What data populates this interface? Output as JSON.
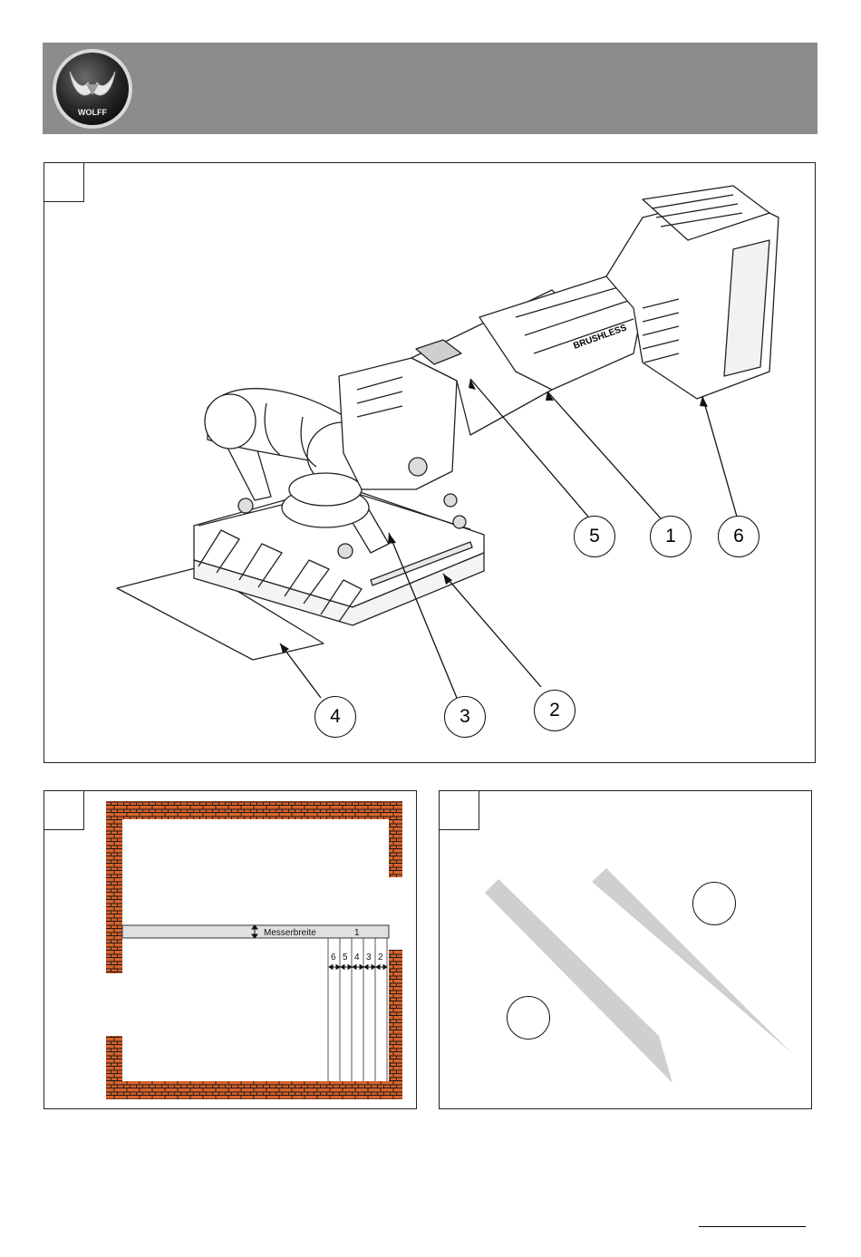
{
  "header": {
    "brand": "WOLFF",
    "background_color": "#8c8c8c"
  },
  "figure1": {
    "badge": "BRUSHLESS",
    "callouts": [
      {
        "label": "5"
      },
      {
        "label": "1"
      },
      {
        "label": "6"
      },
      {
        "label": "4"
      },
      {
        "label": "3"
      },
      {
        "label": "2"
      }
    ]
  },
  "figure2": {
    "strip_label": "Messerbreite",
    "strip_number": "1",
    "lane_numbers": [
      "6",
      "5",
      "4",
      "3",
      "2"
    ],
    "brick_color": "#d9622b"
  },
  "figure3": {
    "strip_color": "#cfcfcf"
  }
}
